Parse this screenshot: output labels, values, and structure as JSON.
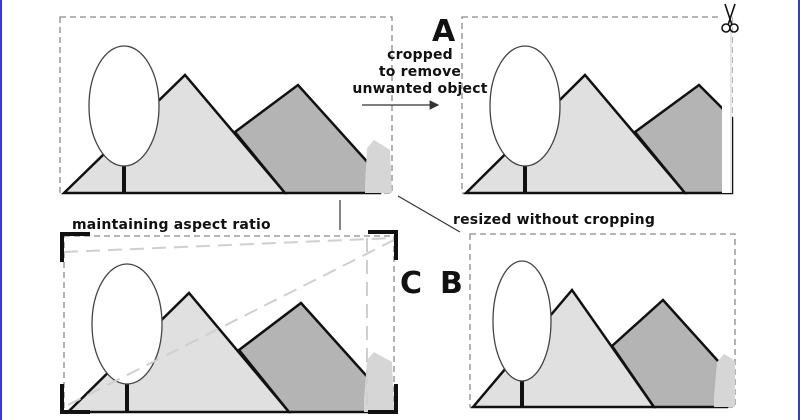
{
  "labels": {
    "cropped_line1": "cropped",
    "cropped_line2": "to remove",
    "cropped_line3": "unwanted object",
    "aspect": "maintaining aspect ratio",
    "resized": "resized without cropping",
    "letter_a": "A",
    "letter_b": "B",
    "letter_c": "C"
  },
  "icons": {
    "scissors": "scissors-icon"
  },
  "colors": {
    "border_dash": "#8a8a8a",
    "mountain_light": "#e0e0e0",
    "mountain_dark": "#b4b4b4",
    "crop_bracket": "#111111",
    "frame_accent": "#3a3ad0"
  }
}
